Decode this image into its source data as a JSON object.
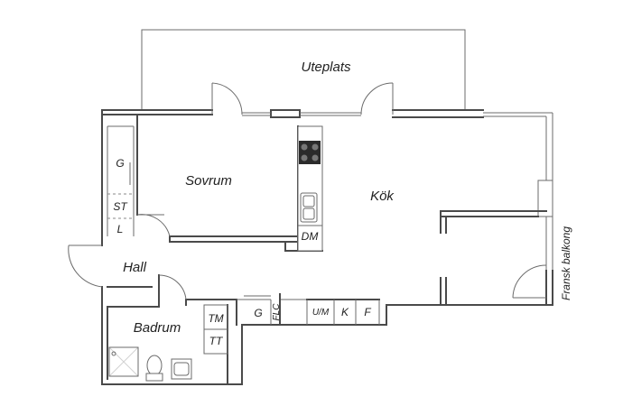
{
  "rooms": {
    "terrace": "Uteplats",
    "bedroom": "Sovrum",
    "kitchen": "Kök",
    "hall": "Hall",
    "bathroom": "Badrum",
    "balcony": "Fransk balkong"
  },
  "fixtures": {
    "wardrobe_g": "G",
    "storage_st": "ST",
    "linen_l": "L",
    "dishwasher": "DM",
    "washer": "TM",
    "dryer": "TT",
    "hall_wardrobe": "G",
    "flc": "FLC",
    "oven_micro": "U/M",
    "fridge": "K",
    "freezer": "F"
  }
}
